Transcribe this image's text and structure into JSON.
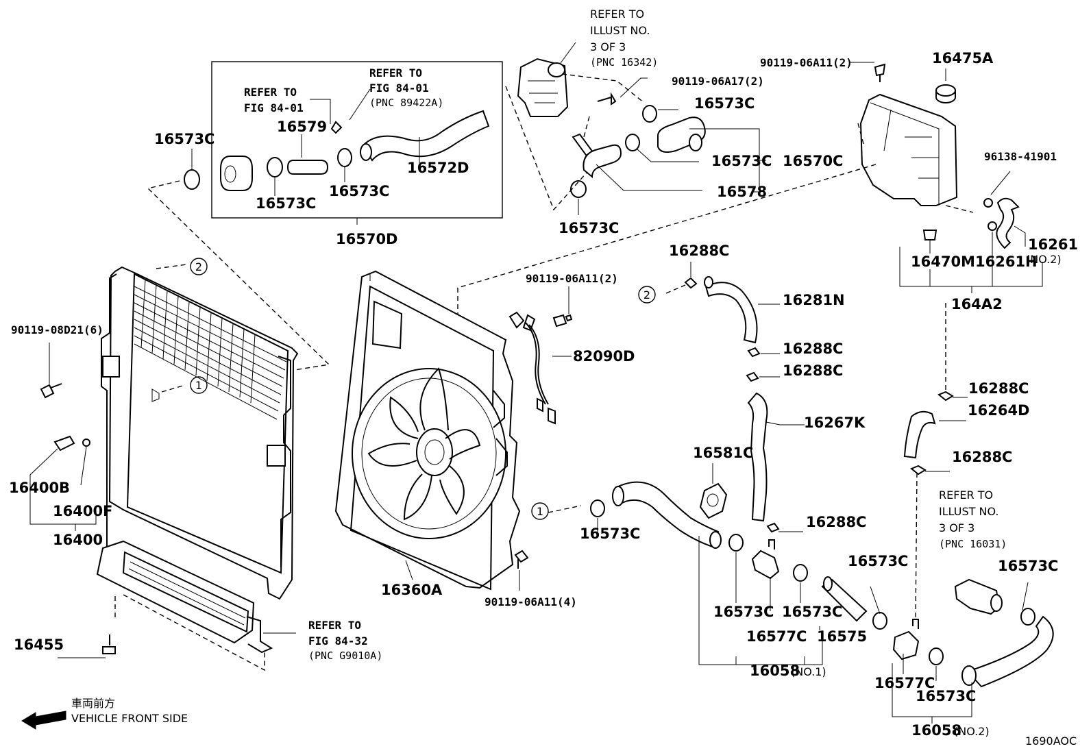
{
  "labels": {
    "p16573C_a": "16573C",
    "p16579": "16579",
    "p16573C_b": "16573C",
    "p16573C_c": "16573C",
    "p16572D": "16572D",
    "p16570D": "16570D",
    "p16573C_d": "16573C",
    "p16573C_e": "16573C",
    "p16570C": "16570C",
    "p16578": "16578",
    "p16573C_f": "16573C",
    "p90119_06A17": "90119-06A17(2)",
    "p90119_06A11_top": "90119-06A11(2)",
    "p16475A": "16475A",
    "p96138_41901": "96138-41901",
    "p16470M": "16470M",
    "p16261H": "16261H",
    "p16261": "16261",
    "p16261_no2": "(NO.2)",
    "p164A2": "164A2",
    "p90119_08D21": "90119-08D21(6)",
    "p16400B": "16400B",
    "p16400F": "16400F",
    "p16400": "16400",
    "p16455": "16455",
    "p16360A": "16360A",
    "p90119_06A11_mid": "90119-06A11(2)",
    "p82090D": "82090D",
    "p90119_06A11_bot": "90119-06A11(4)",
    "p16288C_a": "16288C",
    "p16281N": "16281N",
    "p16288C_b": "16288C",
    "p16288C_c": "16288C",
    "p16267K": "16267K",
    "p16581C": "16581C",
    "p16288C_d": "16288C",
    "p16573C_g": "16573C",
    "p16573C_h": "16573C",
    "p16577C_a": "16577C",
    "p16573C_i": "16573C",
    "p16575": "16575",
    "p16058_no1": "16058",
    "p16058_no1_tag": "(NO.1)",
    "p16288C_e": "16288C",
    "p16264D": "16264D",
    "p16288C_f": "16288C",
    "p16573C_j": "16573C",
    "p16573C_k": "16573C",
    "p16577C_b": "16577C",
    "p16573C_l": "16573C",
    "p16058_no2": "16058",
    "p16058_no2_tag": "(NO.2)"
  },
  "references": {
    "fig8401_left": {
      "l1": "REFER TO",
      "l2": "FIG 84-01"
    },
    "fig8401_right": {
      "l1": "REFER TO",
      "l2": "FIG 84-01",
      "l3": "(PNC 89422A)"
    },
    "illust_top": {
      "l1": "REFER TO",
      "l2": "ILLUST NO.",
      "l3": "3 OF 3",
      "l4": "(PNC 16342)"
    },
    "illust_right": {
      "l1": "REFER TO",
      "l2": "ILLUST NO.",
      "l3": "3 OF 3",
      "l4": "(PNC 16031)"
    },
    "fig8432": {
      "l1": "REFER TO",
      "l2": "FIG 84-32",
      "l3": "(PNC G9010A)"
    }
  },
  "circle_markers": {
    "one": "1",
    "two": "2"
  },
  "footer": {
    "front_jp": "車両前方",
    "front_en": "VEHICLE FRONT SIDE",
    "code": "1690AOC"
  }
}
